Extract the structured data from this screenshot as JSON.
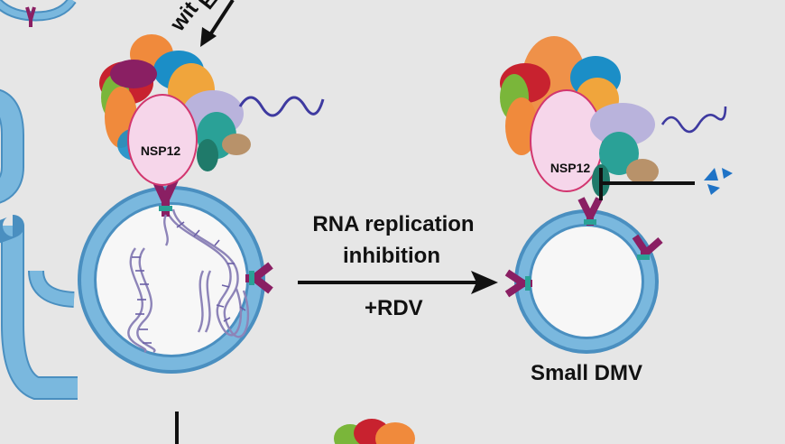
{
  "labels": {
    "nsp12_left": "NSP12",
    "nsp12_right": "NSP12",
    "arrow_top_line1": "RNA replication",
    "arrow_top_line2": "inhibition",
    "arrow_bottom": "+RDV",
    "small_dmv": "Small DMV",
    "cropped_top_line1": "E",
    "cropped_top_line2": "wit"
  },
  "colors": {
    "background": "#e6e6e6",
    "membrane": "#7ab8de",
    "membrane_dark": "#4a8fc0",
    "vesicle_inner": "#f7f7f7",
    "pore_magenta": "#8a1f63",
    "pore_teal": "#2aa197",
    "rna_purple": "#3e3aa0",
    "dna_lavender": "#8d84b8",
    "nsp12_body": "#f6d6ea",
    "nsp12_outline": "#d2366f",
    "rdv_blue": "#1f73c6",
    "arrow_black": "#111111"
  }
}
